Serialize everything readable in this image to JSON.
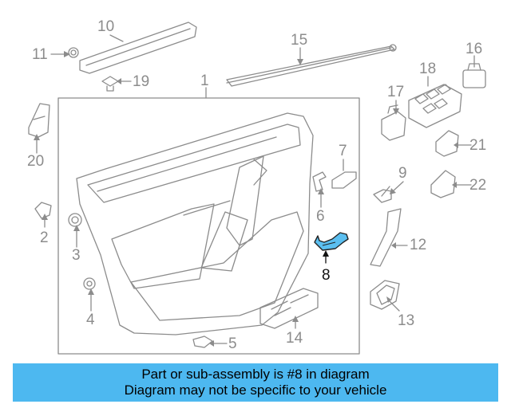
{
  "callouts": [
    "1",
    "2",
    "3",
    "4",
    "5",
    "6",
    "7",
    "8",
    "9",
    "10",
    "11",
    "12",
    "13",
    "14",
    "15",
    "16",
    "17",
    "18",
    "19",
    "20",
    "21",
    "22"
  ],
  "highlighted_part": "8",
  "colors": {
    "line": "#8c8c8c",
    "highlight_fill": "#5bbff0",
    "banner_bg": "#4db8f0",
    "callout_text": "#8c8c8c",
    "highlight_text": "#111111"
  },
  "banner": {
    "line1": "Part or sub-assembly is #8 in diagram",
    "line2": "Diagram may not be specific to your vehicle"
  }
}
